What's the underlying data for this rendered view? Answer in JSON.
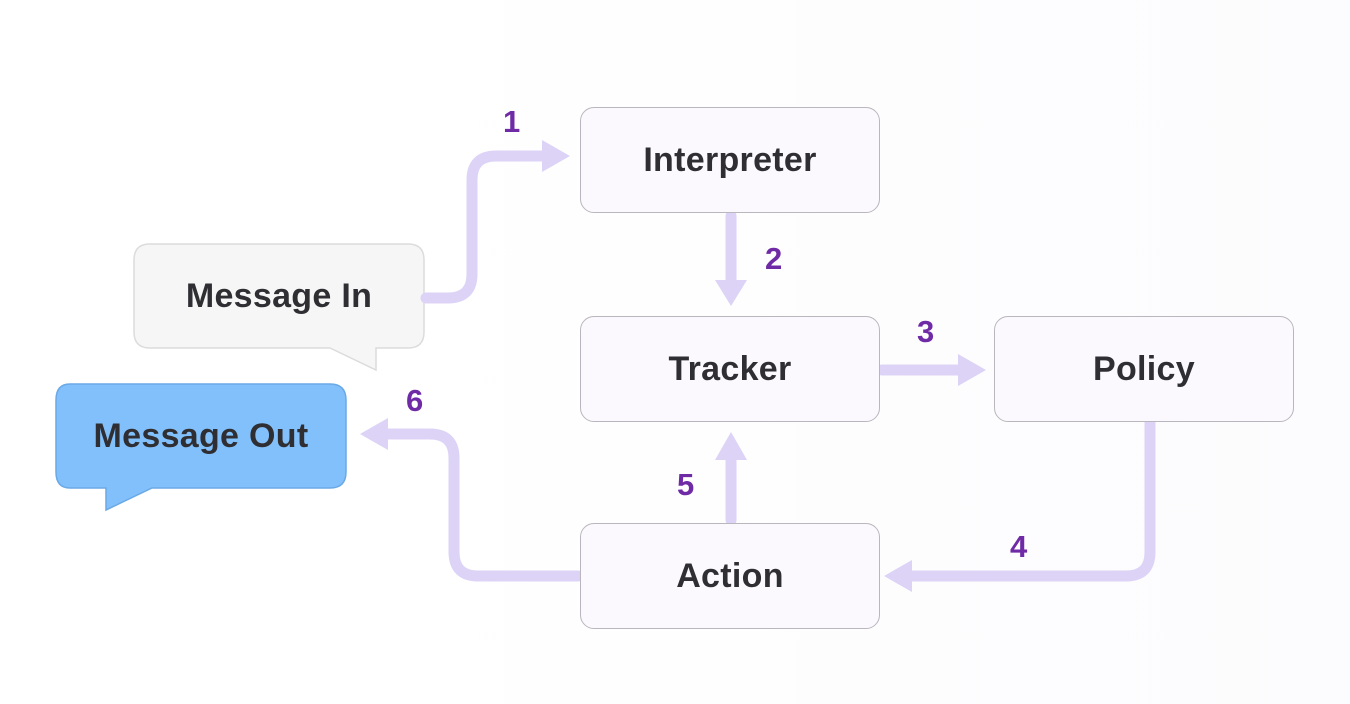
{
  "diagram": {
    "nodes": {
      "interpreter": "Interpreter",
      "tracker": "Tracker",
      "policy": "Policy",
      "action": "Action"
    },
    "bubbles": {
      "message_in": "Message In",
      "message_out": "Message Out"
    },
    "steps": [
      "1",
      "2",
      "3",
      "4",
      "5",
      "6"
    ],
    "colors": {
      "arrow": "#dcd3f7",
      "step_number": "#6f2aa6",
      "node_fill": "#fbf9fd",
      "node_border": "#b9b6bd",
      "message_in_fill": "#f6f6f6",
      "message_out_fill": "#82c0fb"
    }
  }
}
